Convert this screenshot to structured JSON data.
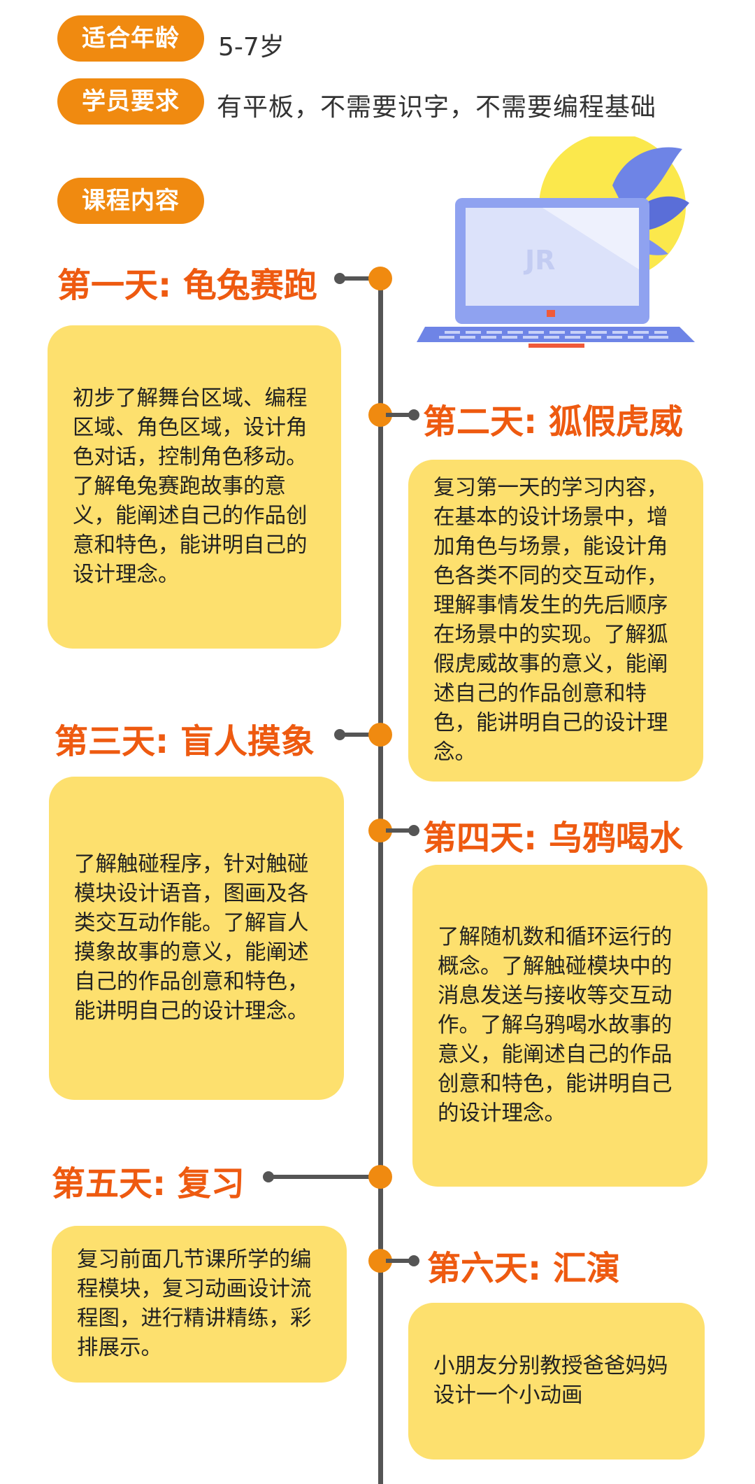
{
  "info": {
    "age_label": "适合年龄",
    "age_value": "5-7岁",
    "req_label": "学员要求",
    "req_value": "有平板，不需要识字，不需要编程基础",
    "content_label": "课程内容"
  },
  "laptop": {
    "logo": "JR",
    "icon": "laptop-icon"
  },
  "colors": {
    "accent": "#F08A10",
    "title": "#EE5A10",
    "card": "#FDE06E",
    "line": "#555555"
  },
  "days": [
    {
      "title": "第一天: 龟兔赛跑",
      "desc": "初步了解舞台区域、编程区域、角色区域，设计角色对话，控制角色移动。了解龟兔赛跑故事的意义，能阐述自己的作品创意和特色，能讲明自己的设计理念。"
    },
    {
      "title": "第二天: 狐假虎威",
      "desc": "复习第一天的学习内容，在基本的设计场景中，增加角色与场景，能设计角色各类不同的交互动作，理解事情发生的先后顺序在场景中的实现。了解狐假虎威故事的意义，能阐述自己的作品创意和特色，能讲明自己的设计理念。"
    },
    {
      "title": "第三天: 盲人摸象",
      "desc": "了解触碰程序，针对触碰模块设计语音，图画及各类交互动作能。了解盲人摸象故事的意义，能阐述自己的作品创意和特色，能讲明自己的设计理念。"
    },
    {
      "title": "第四天: 乌鸦喝水",
      "desc": "了解随机数和循环运行的概念。了解触碰模块中的消息发送与接收等交互动作。了解乌鸦喝水故事的意义，能阐述自己的作品创意和特色，能讲明自己的设计理念。"
    },
    {
      "title": "第五天: 复习",
      "desc": "复习前面几节课所学的编程模块，复习动画设计流程图，进行精讲精练，彩排展示。"
    },
    {
      "title": "第六天: 汇演",
      "desc": "小朋友分别教授爸爸妈妈设计一个小动画"
    }
  ]
}
